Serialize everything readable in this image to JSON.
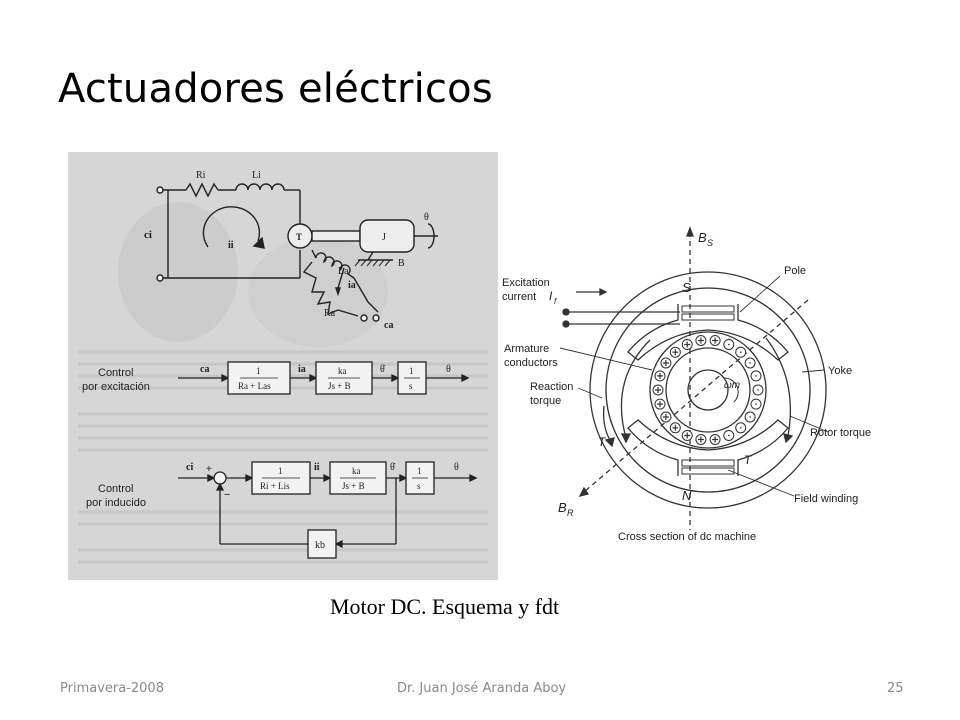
{
  "slide": {
    "title": "Actuadores eléctricos",
    "caption": "Motor DC. Esquema y fdt",
    "footer": {
      "left": "Primavera-2008",
      "center": "Dr. Juan José Aranda Aboy",
      "page": "25"
    }
  },
  "circuit": {
    "input": "ci",
    "resistor_i": "Ri",
    "inductor_i": "Li",
    "current_i": "ii",
    "torque": "T",
    "inertia": "J",
    "friction": "B",
    "angle": "θ",
    "inductor_a": "La",
    "resistor_a": "Ra",
    "current_a": "ia",
    "voltage_a": "ca"
  },
  "block_diagram_excitation": {
    "label_line1": "Control",
    "label_line2": "por excitación",
    "input": "ca",
    "block1_num": "1",
    "block1_den": "Ra + Las",
    "signal1": "ia",
    "block2_num": "ka",
    "block2_den": "Js + B",
    "signal2": "θ̇",
    "block3_num": "1",
    "block3_den": "s",
    "output": "θ"
  },
  "block_diagram_armature": {
    "label_line1": "Control",
    "label_line2": "por inducido",
    "input": "ci",
    "plus": "+",
    "minus": "−",
    "block1_num": "1",
    "block1_den": "Ri + Lis",
    "signal1": "ii",
    "block2_num": "ka",
    "block2_den": "Js + B",
    "signal2": "θ̇",
    "block3_num": "1",
    "block3_den": "s",
    "output": "θ",
    "feedback": "kb"
  },
  "cross_section": {
    "bs": "B",
    "bs_sub": "S",
    "br": "B",
    "br_sub": "R",
    "s_pole": "S",
    "n_pole": "N",
    "excitation_line1": "Excitation",
    "excitation_line2": "current",
    "excitation_symbol": "I",
    "excitation_sub": "f",
    "pole": "Pole",
    "armature_line1": "Armature",
    "armature_line2": "conductors",
    "reaction_line1": "Reaction",
    "reaction_line2": "torque",
    "omega": "ωm",
    "yoke": "Yoke",
    "rotor_torque": "Rotor torque",
    "t_left": "T",
    "t_right": "T",
    "field_winding": "Field winding",
    "section_caption": "Cross section of dc machine"
  }
}
